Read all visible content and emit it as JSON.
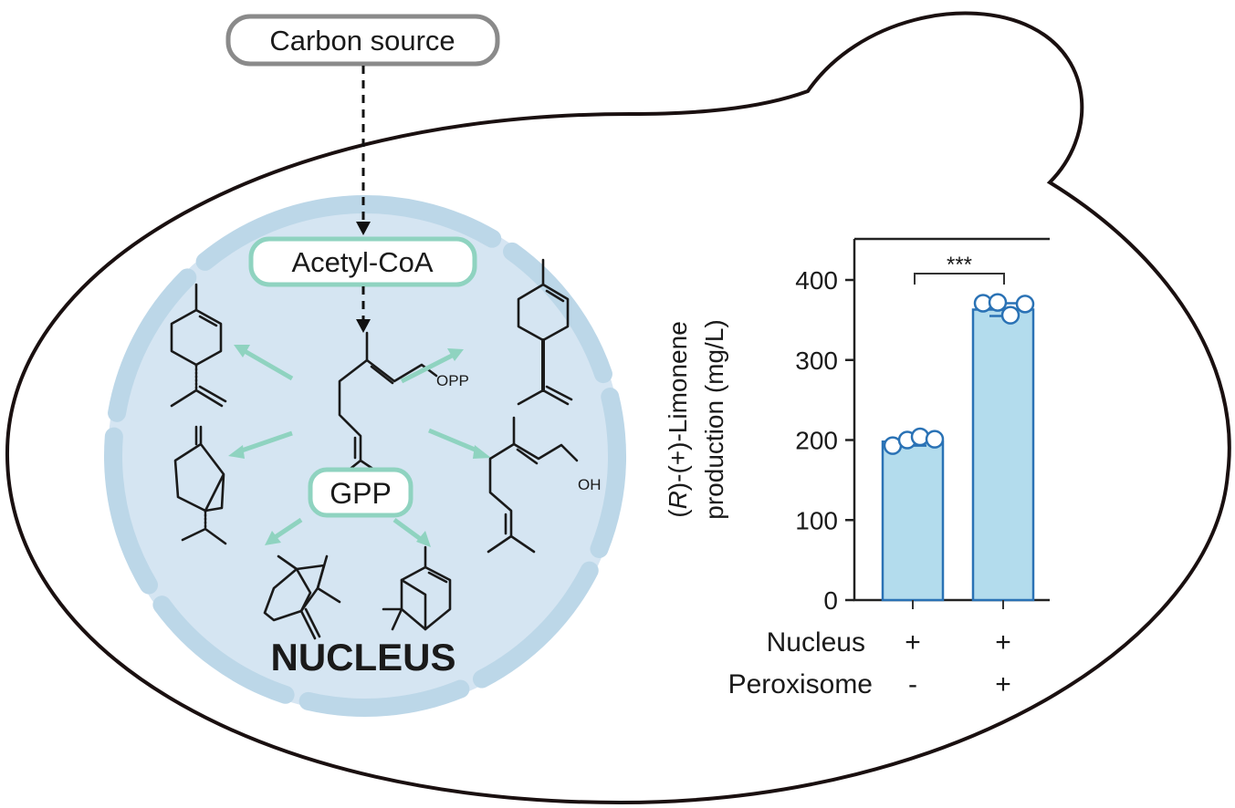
{
  "labels": {
    "carbon_source": "Carbon source",
    "acetyl_coa": "Acetyl-CoA",
    "gpp": "GPP",
    "nucleus": "NUCLEUS",
    "opp": "OPP",
    "oh": "OH"
  },
  "colors": {
    "nucleus_fill": "#d5e5f2",
    "nucleus_rim": "#bcd7e8",
    "teal_arrow": "#8fd3c0",
    "bar_fill": "#b3dced",
    "bar_stroke": "#2a72b5"
  },
  "chart_data": {
    "type": "bar",
    "ylabel_line1": "(R)-(+)-Limonene",
    "ylabel_line2": "production (mg/L)",
    "ylim": [
      0,
      400
    ],
    "yticks": [
      "0",
      "100",
      "200",
      "300",
      "400"
    ],
    "row_labels": [
      "Nucleus",
      "Peroxisome"
    ],
    "categories": [
      {
        "nucleus": "+",
        "peroxisome": "-"
      },
      {
        "nucleus": "+",
        "peroxisome": "+"
      }
    ],
    "values": [
      198,
      363
    ],
    "errors": [
      5,
      8
    ],
    "points": [
      [
        193,
        200,
        204,
        201
      ],
      [
        371,
        372,
        356,
        370
      ]
    ],
    "significance": "***"
  }
}
